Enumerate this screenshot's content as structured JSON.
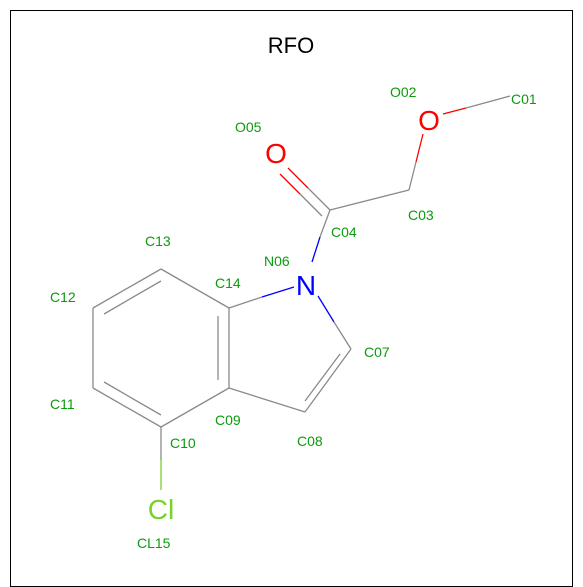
{
  "title": "RFO",
  "colors": {
    "carbon_label": "#0c9b0c",
    "bond": "#8a8a8a",
    "oxygen": "#ff0000",
    "nitrogen": "#0000ff",
    "chlorine": "#7ad12a",
    "border": "#000000"
  },
  "elements": {
    "O02": "O",
    "O05": "O",
    "N06": "N",
    "CL15": "Cl"
  },
  "atoms": {
    "C01": "C01",
    "O02": "O02",
    "C03": "C03",
    "C04": "C04",
    "O05": "O05",
    "N06": "N06",
    "C07": "C07",
    "C08": "C08",
    "C09": "C09",
    "C10": "C10",
    "C11": "C11",
    "C12": "C12",
    "C13": "C13",
    "C14": "C14",
    "CL15": "CL15"
  }
}
